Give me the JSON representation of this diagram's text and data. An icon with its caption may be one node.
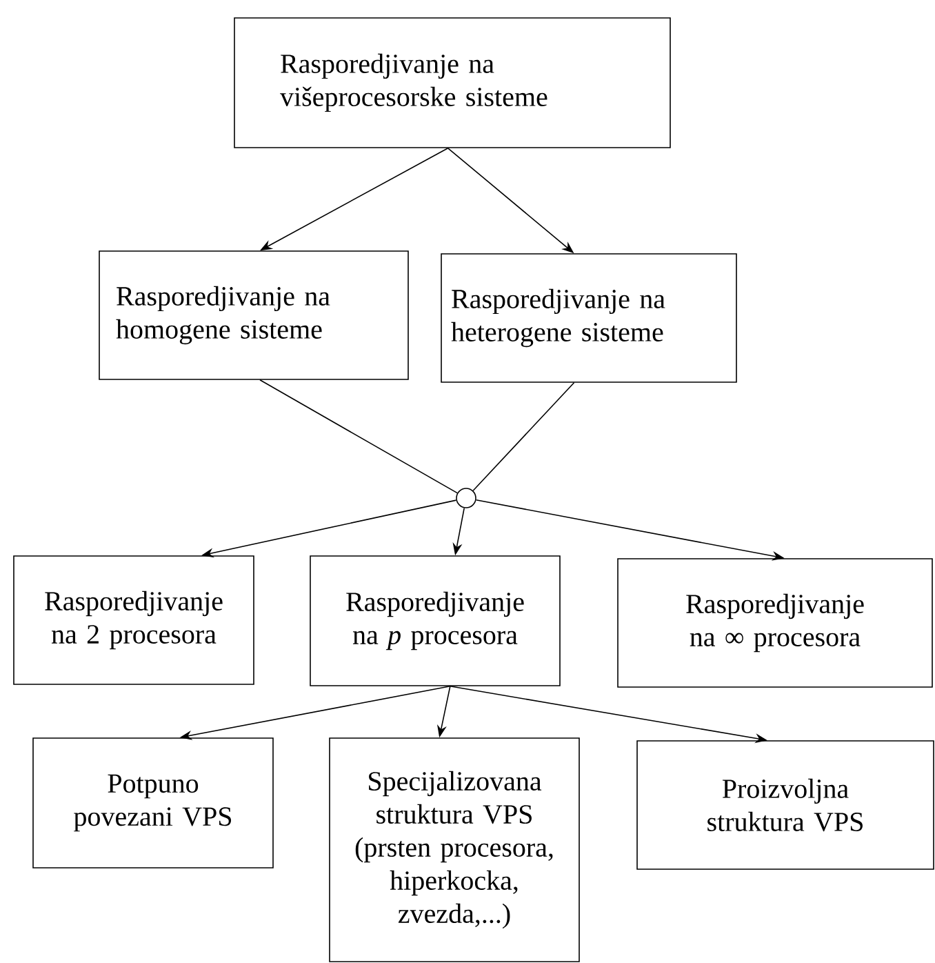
{
  "diagram": {
    "nodes": [
      {
        "text": [
          "Rasporedjivanje na višeprocesorske sisteme"
        ]
      },
      {
        "text": [
          "Rasporedjivanje na homogene sisteme"
        ]
      },
      {
        "text": [
          "Rasporedjivanje na heterogene sisteme"
        ]
      },
      {
        "text": [],
        "shape": "circle"
      },
      {
        "text": [
          "Rasporedjivanje na 2 procesora"
        ]
      },
      {
        "text": [
          "Rasporedjivanje na *p* procesora"
        ]
      },
      {
        "text": [
          "Rasporedjivanje na ∞ procesora"
        ]
      },
      {
        "text": [
          "Potpuno povezani VPS"
        ]
      },
      {
        "text": [
          "Specijalizovana struktura VPS (prsten procesora, hiperkocka, zvezda,...)"
        ]
      },
      {
        "text": [
          "Proizvoljna struktura VPS"
        ]
      }
    ],
    "edges": [
      {
        "from": 0,
        "to": 1,
        "arrow": "to"
      },
      {
        "from": 0,
        "to": 2,
        "arrow": "to"
      },
      {
        "from": 1,
        "to": 3,
        "arrow": "none"
      },
      {
        "from": 2,
        "to": 3,
        "arrow": "none"
      },
      {
        "from": 3,
        "to": 4,
        "arrow": "to"
      },
      {
        "from": 3,
        "to": 5,
        "arrow": "to"
      },
      {
        "from": 3,
        "to": 6,
        "arrow": "to"
      },
      {
        "from": 5,
        "to": 7,
        "arrow": "to"
      },
      {
        "from": 5,
        "to": 8,
        "arrow": "to"
      },
      {
        "from": 5,
        "to": 9,
        "arrow": "to"
      }
    ]
  }
}
